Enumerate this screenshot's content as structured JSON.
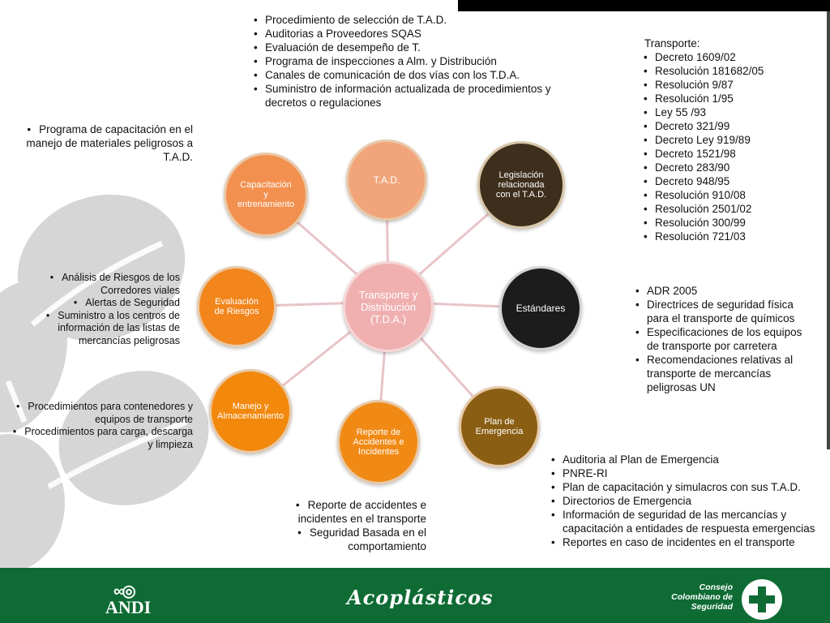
{
  "diagram": {
    "center": {
      "label": "Transporte y Distribución (T.D.A.)",
      "color": "#f0b0b0"
    },
    "nodes": [
      {
        "id": "tad",
        "label": "T.A.D.",
        "color": "#f2a47a"
      },
      {
        "id": "legislacion",
        "label": "Legislación relacionada con el T.A.D.",
        "color": "#3d2f1c"
      },
      {
        "id": "estandares",
        "label": "Estándares",
        "color": "#1c1c1c"
      },
      {
        "id": "plan-emergencia",
        "label": "Plan de Emergencia",
        "color": "#8a5f14"
      },
      {
        "id": "reporte-accidentes",
        "label": "Reporte de Accidentes e Incidentes",
        "color": "#f08a14"
      },
      {
        "id": "manejo-almacenamiento",
        "label": "Manejo y Almacenamiento",
        "color": "#f2880c"
      },
      {
        "id": "evaluacion-riesgos",
        "label": "Evaluación de Riesgos",
        "color": "#f2861c"
      },
      {
        "id": "capacitacion",
        "label": "Capacitación y entrenamiento",
        "color": "#f29050"
      }
    ]
  },
  "text_blocks": {
    "tad_items": [
      "Procedimiento de selección de T.A.D.",
      "Auditorias  a Proveedores SQAS",
      "Evaluación de desempeño de T.",
      "Programa de inspecciones a Alm. y Distribución",
      "Canales de comunicación de dos vías con los T.D.A.",
      "Suministro de información actualizada de procedimientos y decretos o regulaciones"
    ],
    "legislacion_title": "Transporte:",
    "legislacion_items": [
      "Decreto 1609/02",
      "Resolución 181682/05",
      "Resolución 9/87",
      "Resolución 1/95",
      "Ley 55 /93",
      "Decreto 321/99",
      "Decreto Ley 919/89",
      "Decreto 1521/98",
      "Decreto 283/90",
      "Decreto 948/95",
      "Resolución 910/08",
      "Resolución 2501/02",
      "Resolución 300/99",
      "Resolución  721/03"
    ],
    "estandares_items": [
      "ADR 2005",
      "Directrices de seguridad física para el transporte de químicos",
      "Especificaciones de los equipos de  transporte por carretera",
      "Recomendaciones relativas al transporte de mercancías peligrosas UN"
    ],
    "plan_items": [
      "Auditoria al Plan de Emergencia",
      "PNRE-RI",
      "Plan de capacitación y simulacros con sus T.A.D.",
      "Directorios de Emergencia",
      "Información de seguridad de las mercancías y capacitación a entidades de respuesta emergencias",
      "Reportes en caso de incidentes en el transporte"
    ],
    "reporte_items": [
      "Reporte de accidentes e incidentes en el transporte",
      "Seguridad Basada en el comportamiento"
    ],
    "manejo_items": [
      "Procedimientos para contenedores y equipos de transporte",
      "Procedimientos para  carga, descarga y limpieza"
    ],
    "evaluacion_items": [
      "Análisis de Riesgos de los Corredores viales",
      "Alertas de Seguridad",
      "Suministro a los centros de información de las listas de mercancías peligrosas"
    ],
    "capacitacion_items": [
      "Programa de capacitación en el manejo de materiales peligrosos a T.A.D."
    ]
  },
  "footer": {
    "andi_logo": "ANDI",
    "acoplasticos_logo": "Acoplásticos",
    "consejo_logo_line1": "Consejo",
    "consejo_logo_line2": "Colombiano de",
    "consejo_logo_line3": "Seguridad",
    "background_color": "#0f6b34"
  }
}
